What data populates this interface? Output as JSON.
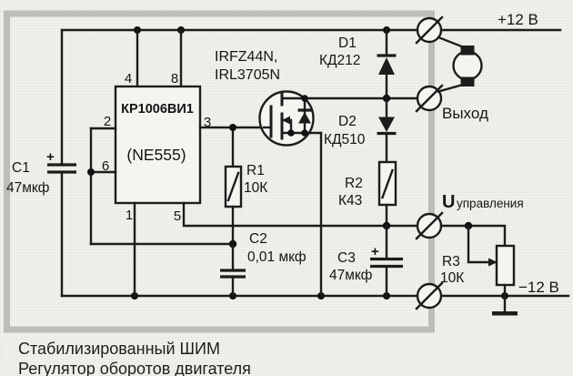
{
  "caption": {
    "line1": "Стабилизированный ШИМ",
    "line2": "Регулятор оборотов двигателя"
  },
  "power": {
    "positive": "+12 В",
    "negative": "−12 В",
    "output": "Выход",
    "control_symbol": "U",
    "control_subscript": "управления"
  },
  "ic": {
    "part": "КР1006ВИ1",
    "equivalent": "(NE555)",
    "pins": {
      "p1": "1",
      "p2": "2",
      "p3": "3",
      "p4": "4",
      "p5": "5",
      "p6": "6",
      "p8": "8"
    }
  },
  "transistor": {
    "line1": "IRFZ44N,",
    "line2": "IRL3705N"
  },
  "d1": {
    "ref": "D1",
    "part": "КД212"
  },
  "d2": {
    "ref": "D2",
    "part": "КД510"
  },
  "r1": {
    "ref": "R1",
    "value": "10К"
  },
  "r2": {
    "ref": "R2",
    "value": "К43"
  },
  "r3": {
    "ref": "R3",
    "value": "10К"
  },
  "c1": {
    "ref": "C1",
    "value": "47мкф",
    "plus": "+"
  },
  "c2": {
    "ref": "C2",
    "value": "0,01 мкф"
  },
  "c3": {
    "ref": "C3",
    "value": "47мкф",
    "plus": "+"
  },
  "colors": {
    "wire": "#1c1c1c",
    "frame": "#bdbcb7",
    "background": "#f2f1ec"
  }
}
